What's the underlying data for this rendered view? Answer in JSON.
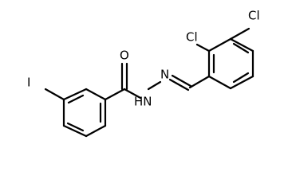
{
  "molecule": {
    "atoms": {
      "cl_top": "Cl",
      "cl_ortho": "Cl",
      "oxygen": "O",
      "iodine": "I",
      "amide_nh": "HN",
      "imine_n": "N"
    }
  }
}
